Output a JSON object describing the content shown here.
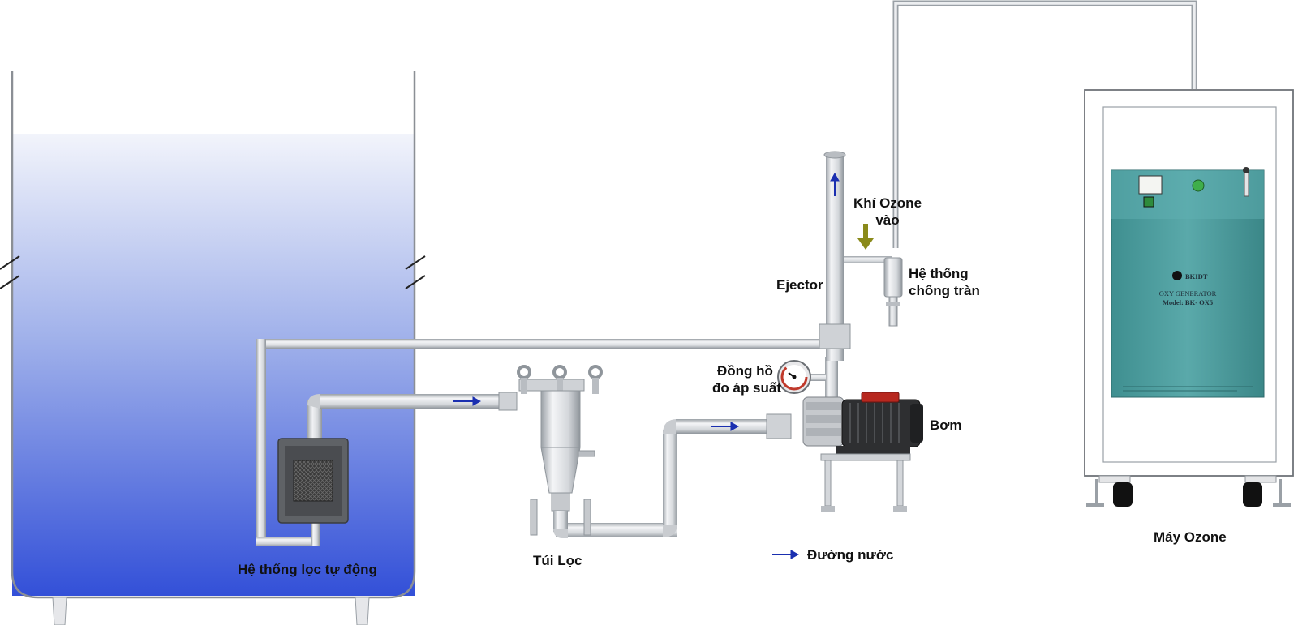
{
  "labels": {
    "auto_filter": "Hệ thống lọc tự động",
    "filter_bag": "Túi Lọc",
    "ejector": "Ejector",
    "ozone_in_line1": "Khí Ozone",
    "ozone_in_line2": "vào",
    "anti_overflow_line1": "Hệ thống",
    "anti_overflow_line2": "chống tràn",
    "gauge_line1": "Đồng hồ",
    "gauge_line2": "đo áp suất",
    "pump": "Bơm",
    "ozone_machine": "Máy Ozone"
  },
  "legend": {
    "water_line": "Đường nước"
  },
  "machine": {
    "brand": "BKIDT",
    "product": "OXY GENERATOR",
    "model": "Model: BK- OX5"
  },
  "colors": {
    "pipe": "#dcdfe3",
    "pipe_edge": "#9aa0a6",
    "water_top": "#eef1fb",
    "water_bottom": "#3350d8",
    "machine_body": "#4f9fa0",
    "flow_arrow": "#1a2fb0",
    "ozone_arrow": "#8a8a1a"
  },
  "icons": {
    "flow": "blue-arrow-right",
    "ozone": "olive-arrow-down"
  }
}
